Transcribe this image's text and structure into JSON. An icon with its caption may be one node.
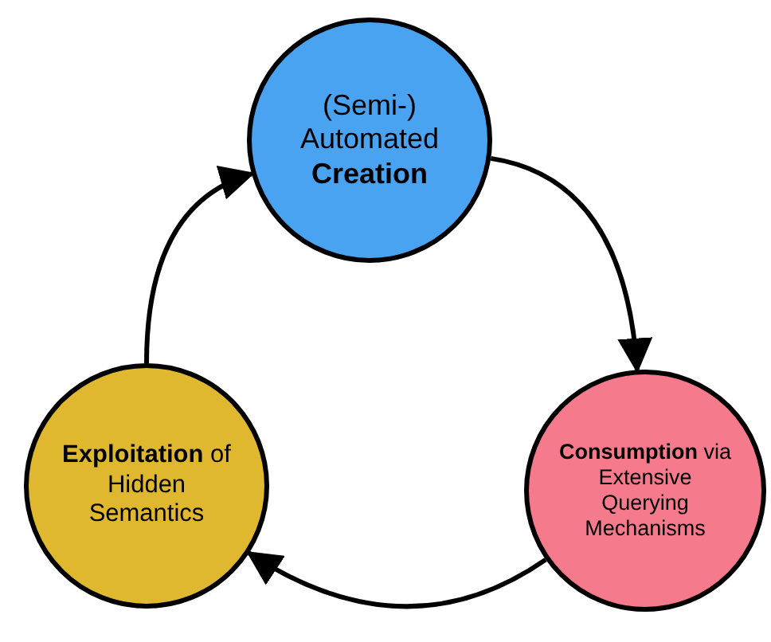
{
  "diagram": {
    "nodes": [
      {
        "text": [
          "(Semi-) Automated **Creation**"
        ]
      },
      {
        "text": [
          "**Consumption** via Extensive Querying Mechanisms"
        ]
      },
      {
        "text": [
          "**Exploitation** of Hidden Semantics"
        ]
      }
    ],
    "edges": [
      {
        "from": 0,
        "to": 1,
        "arrow": "to"
      },
      {
        "from": 1,
        "to": 2,
        "arrow": "to"
      },
      {
        "from": 2,
        "to": 0,
        "arrow": "to"
      }
    ]
  }
}
